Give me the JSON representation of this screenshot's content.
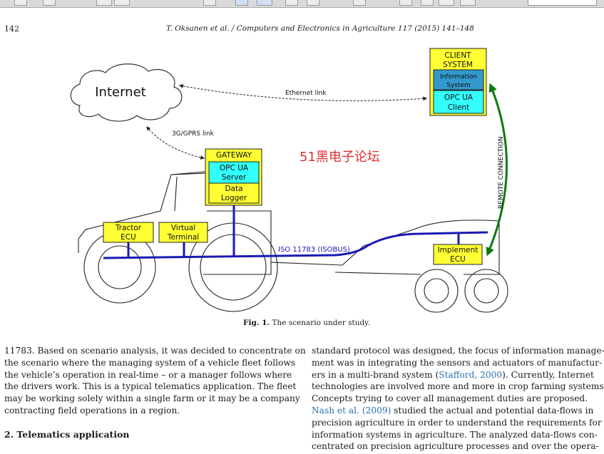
{
  "header": {
    "page_number": "142",
    "journal": "T. Oksanen et al. / Computers and Electronics in Agriculture 117 (2015) 141–148"
  },
  "figure": {
    "internet": "Internet",
    "ethernet_link": "Ethernet link",
    "gprs_link": "3G/GPRS link",
    "client_system": [
      "CLIENT",
      "SYSTEM"
    ],
    "information_system": [
      "Information",
      "System"
    ],
    "opc_ua_client": [
      "OPC UA",
      "Client"
    ],
    "gateway": "GATEWAY",
    "opc_ua_server": [
      "OPC UA",
      "Server"
    ],
    "data_logger": [
      "Data",
      "Logger"
    ],
    "tractor_ecu": [
      "Tractor",
      "ECU"
    ],
    "virtual_terminal": [
      "Virtual",
      "Terminal"
    ],
    "implement_ecu": [
      "Implement",
      "ECU"
    ],
    "isobus": "ISO 11783 (ISOBUS)",
    "remote_connection": "REMOTE CONNECTION",
    "watermark": "51黑电子论坛",
    "colors": {
      "yellow": "#ffff33",
      "cyan": "#33ffff",
      "blue": "#3399cc",
      "bus": "#1a1ab3",
      "arrow": "#0a7a0a",
      "watermark": "#e03030"
    }
  },
  "caption": {
    "label": "Fig. 1.",
    "text": "The scenario under study."
  },
  "left_column": [
    "11783. Based on scenario analysis, it was decided to concentrate on",
    "the scenario where the managing system of a vehicle fleet follows",
    "the vehicle’s operation in real-time – or a manager follows where",
    "the drivers work. This is a typical telematics application. The fleet",
    "may be working solely within a single farm or it may be a company",
    "contracting field operations in a region."
  ],
  "section_heading": "2. Telematics application",
  "right_column": {
    "l1": "standard protocol was designed, the focus of information manage-",
    "l2": "ment was in integrating the sensors and actuators of manufactur-",
    "l3a": "ers in a multi-brand system (",
    "l3_link": "Stafford, 2000",
    "l3b": "). Currently, Internet",
    "l4": "technologies are involved more and more in crop farming systems.",
    "l5": "Concepts trying to cover all management duties are proposed.",
    "l6_link": "Nash et al. (2009)",
    "l6b": " studied the actual and potential data-flows in",
    "l7": "precision agriculture in order to understand the requirements for",
    "l8": "information systems in agriculture. The analyzed data-flows con-",
    "l9": "centrated on precision agriculture processes and over the opera-"
  }
}
